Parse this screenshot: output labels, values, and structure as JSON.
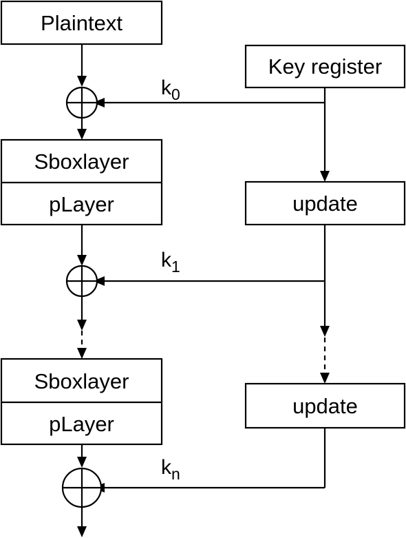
{
  "blocks": {
    "plaintext": "Plaintext",
    "key_register": "Key register",
    "sbox_1": "Sboxlayer",
    "player_1": "pLayer",
    "update_1": "update",
    "sbox_2": "Sboxlayer",
    "player_2": "pLayer",
    "update_2": "update"
  },
  "round_keys": [
    {
      "base": "k",
      "sub": "0"
    },
    {
      "base": "k",
      "sub": "1"
    },
    {
      "base": "k",
      "sub": "n"
    }
  ]
}
